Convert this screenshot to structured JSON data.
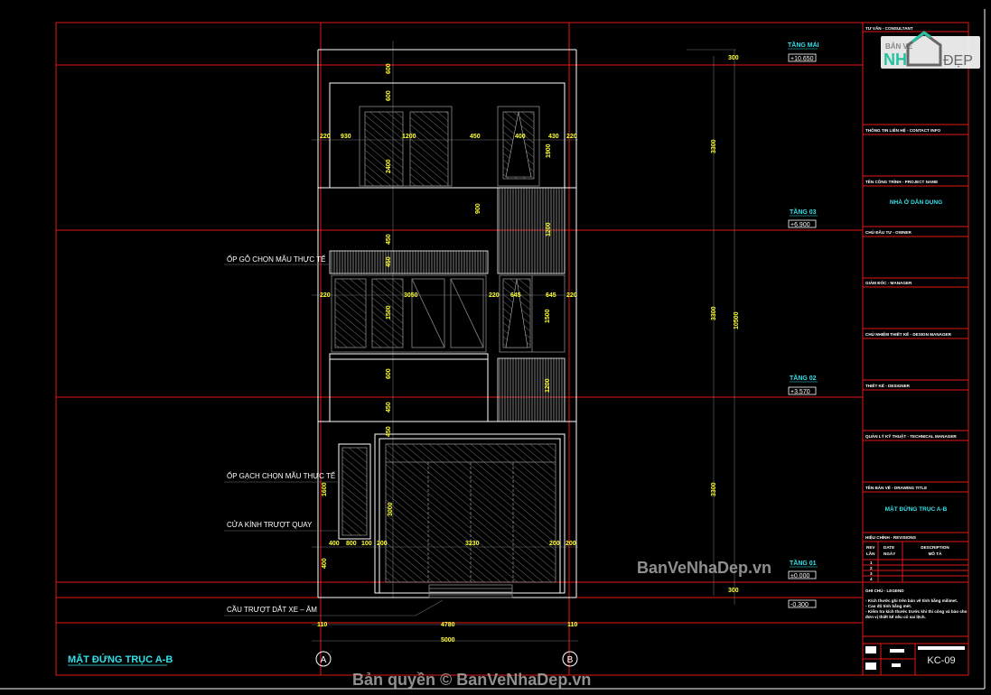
{
  "drawing": {
    "title": "MẶT ĐỨNG TRỤC A-B",
    "axes": [
      "A",
      "B"
    ],
    "levels": [
      {
        "name": "TẦNG MÁI",
        "elevation": "+10.650"
      },
      {
        "name": "TẦNG 03",
        "elevation": "+6.900"
      },
      {
        "name": "TẦNG 02",
        "elevation": "+3.570"
      },
      {
        "name": "TẦNG 01",
        "elevation": "±0.000"
      },
      {
        "name": "",
        "elevation": "-0.300"
      }
    ],
    "annotations": [
      "ỐP GỖ CHỌN MẪU THỰC TẾ",
      "ỐP GẠCH CHỌN MẪU THỰC TẾ",
      "CỬA KÍNH TRƯỢT QUAY",
      "CẦU TRƯỢT DẮT XE – ÂM"
    ],
    "dimensions": {
      "bottom": [
        "110",
        "4780",
        "110",
        "5000"
      ],
      "right": [
        "300",
        "3300",
        "3300",
        "3300",
        "10500",
        "300"
      ],
      "roof_row": [
        "220",
        "930",
        "1200",
        "450",
        "400",
        "430",
        "220"
      ],
      "floor3_row": [
        "220",
        "3050",
        "220",
        "645",
        "645",
        "220"
      ],
      "floor1_row": [
        "400",
        "800",
        "100",
        "200",
        "3230",
        "200",
        "200"
      ],
      "vertical": [
        "600",
        "600",
        "2400",
        "1900",
        "900",
        "1200",
        "450",
        "450",
        "1500",
        "1500",
        "600",
        "450",
        "1200",
        "450",
        "1600",
        "3000",
        "400"
      ]
    },
    "colors": {
      "background": "#000000",
      "frame": "#e01818",
      "dimension": "#ffff33",
      "title": "#33e0e8",
      "lines": "#ffffff",
      "hatch": "#8a8a8a"
    }
  },
  "title_block": {
    "consultant": "TƯ VẤN - CONSULTANT",
    "contact": "THÔNG TIN LIÊN HỆ - CONTACT INFO",
    "project_label": "TÊN CÔNG TRÌNH - PROJECT NAME",
    "project_name": "NHÀ Ở DÂN DỤNG",
    "owner": "CHỦ ĐẦU TƯ - OWNER",
    "manager": "GIÁM ĐỐC - MANAGER",
    "design_manager": "CHỦ NHIỆM THIẾT KẾ - DESIGN MANAGER",
    "designer": "THIẾT KẾ - DESIGNER",
    "technical_manager": "QUẢN LÝ KỸ THUẬT - TECHNICAL MANAGER",
    "drawing_title_label": "TÊN BẢN VẼ - DRAWING TITLE",
    "drawing_title": "MẶT ĐỨNG TRỤC A-B",
    "revisions_label": "HIỆU CHỈNH - REVISIONS",
    "rev_headers": [
      {
        "en": "REV",
        "vi": "LẦN"
      },
      {
        "en": "DATE",
        "vi": "NGÀY"
      },
      {
        "en": "DESCRIPTION",
        "vi": "MÔ TẢ"
      }
    ],
    "rev_rows": [
      "1",
      "2",
      "3",
      "4"
    ],
    "legend_label": "GHI CHÚ - LEGEND",
    "notes": [
      "- Kích thước ghi trên bản vẽ tính bằng milimet.",
      "- Cao độ tính bằng mét.",
      "- Kiểm tra kích thước trước khi thi công và báo cho",
      "đơn vị thiết kế nếu có sai lệch."
    ],
    "drawing_number": "KC-09"
  },
  "watermarks": {
    "logo_top": "BẢN VẼ",
    "logo_main": "NH",
    "logo_tail": "ĐẸP",
    "site": "BanVeNhaDep.vn",
    "copyright": "Bản quyền © BanVeNhaDep.vn"
  }
}
